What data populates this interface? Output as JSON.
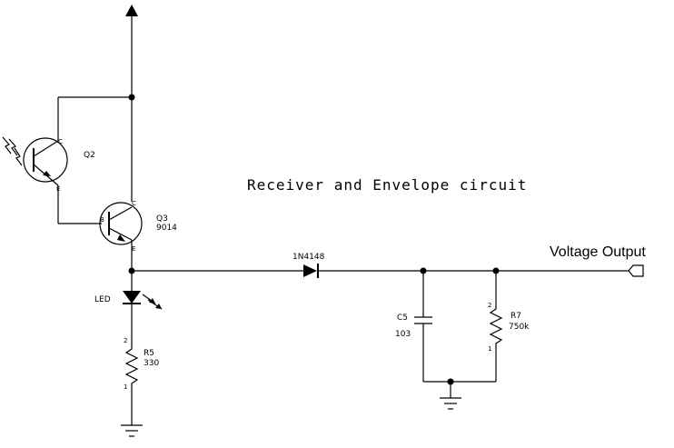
{
  "diagram": {
    "title": "Receiver and Envelope circuit",
    "output_label": "Voltage Output"
  },
  "components": {
    "q2": {
      "ref": "Q2",
      "pin_c": "C",
      "pin_e": "E"
    },
    "q3": {
      "ref": "Q3",
      "part": "9014",
      "pin_b": "B",
      "pin_c": "C",
      "pin_e": "E"
    },
    "led": {
      "ref": "LED"
    },
    "r5": {
      "ref": "R5",
      "value": "330",
      "pin_top": "2",
      "pin_bottom": "1"
    },
    "d1": {
      "part": "1N4148"
    },
    "c5": {
      "ref": "C5",
      "value": "103"
    },
    "r7": {
      "ref": "R7",
      "value": "750k",
      "pin_top": "2",
      "pin_bottom": "1"
    }
  }
}
